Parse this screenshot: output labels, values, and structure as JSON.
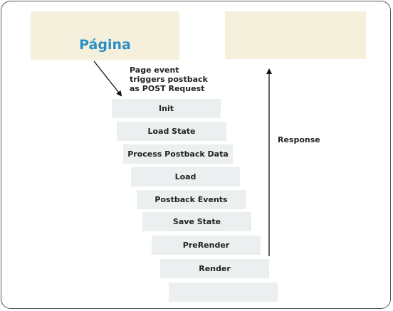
{
  "page_label": "Página",
  "trigger_note": [
    "Page event",
    "triggers postback",
    "as POST Request"
  ],
  "response_label": "Response",
  "steps": [
    {
      "label": "Init"
    },
    {
      "label": "Load State"
    },
    {
      "label": "Process Postback Data"
    },
    {
      "label": "Load"
    },
    {
      "label": "Postback Events"
    },
    {
      "label": "Save State"
    },
    {
      "label": "PreRender"
    },
    {
      "label": "Render"
    },
    {
      "label": ""
    }
  ],
  "colors": {
    "title": "#2a8fc3",
    "box_fill": "#f5f0dc",
    "step_fill": "#ebefef",
    "border": "#555555"
  }
}
